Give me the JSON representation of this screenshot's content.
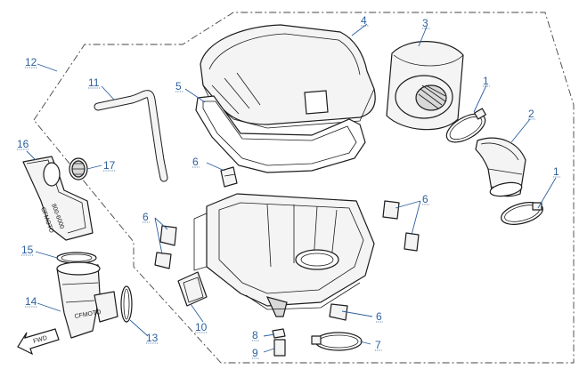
{
  "callouts": {
    "c1a": "1",
    "c1b": "1",
    "c2": "2",
    "c3": "3",
    "c4": "4",
    "c5": "5",
    "c6a": "6",
    "c6b": "6",
    "c6c": "6",
    "c6d": "6",
    "c7": "7",
    "c8": "8",
    "c9": "9",
    "c10": "10",
    "c11": "11",
    "c12": "12",
    "c13": "13",
    "c14": "14",
    "c15": "15",
    "c16": "16",
    "c17": "17"
  },
  "markings": {
    "duct_brand": "CFMOTO",
    "duct_code": "800-6000",
    "intake_brand": "CFMOTO",
    "fwd_arrow": "FWD"
  },
  "colors": {
    "callout_blue": "#2c5f9e",
    "line_black": "#1c1c1c",
    "part_fill": "#f4f4f4"
  }
}
